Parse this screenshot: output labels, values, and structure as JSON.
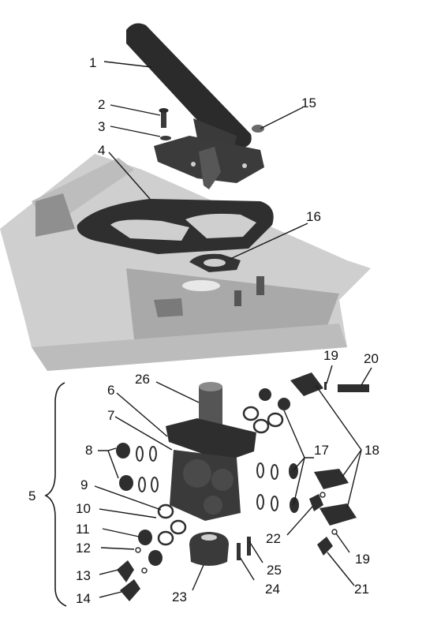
{
  "callouts": [
    {
      "id": "c1",
      "label": "1"
    },
    {
      "id": "c2",
      "label": "2"
    },
    {
      "id": "c3",
      "label": "3"
    },
    {
      "id": "c4",
      "label": "4"
    },
    {
      "id": "c5",
      "label": "5"
    },
    {
      "id": "c6",
      "label": "6"
    },
    {
      "id": "c7",
      "label": "7"
    },
    {
      "id": "c8",
      "label": "8"
    },
    {
      "id": "c9",
      "label": "9"
    },
    {
      "id": "c10",
      "label": "10"
    },
    {
      "id": "c11",
      "label": "11"
    },
    {
      "id": "c12",
      "label": "12"
    },
    {
      "id": "c13",
      "label": "13"
    },
    {
      "id": "c14",
      "label": "14"
    },
    {
      "id": "c15",
      "label": "15"
    },
    {
      "id": "c16",
      "label": "16"
    },
    {
      "id": "c17",
      "label": "17"
    },
    {
      "id": "c18",
      "label": "18"
    },
    {
      "id": "c19a",
      "label": "19"
    },
    {
      "id": "c19b",
      "label": "19"
    },
    {
      "id": "c20",
      "label": "20"
    },
    {
      "id": "c21",
      "label": "21"
    },
    {
      "id": "c22",
      "label": "22"
    },
    {
      "id": "c23",
      "label": "23"
    },
    {
      "id": "c24",
      "label": "24"
    },
    {
      "id": "c25",
      "label": "25"
    },
    {
      "id": "c26",
      "label": "26"
    }
  ],
  "colors": {
    "part_dark": "#2b2b2b",
    "part_mid": "#6d6d6d",
    "part_light": "#b4b4b4",
    "floor_shade": "#c9c9c9",
    "leader_line": "#1a1a1a"
  }
}
